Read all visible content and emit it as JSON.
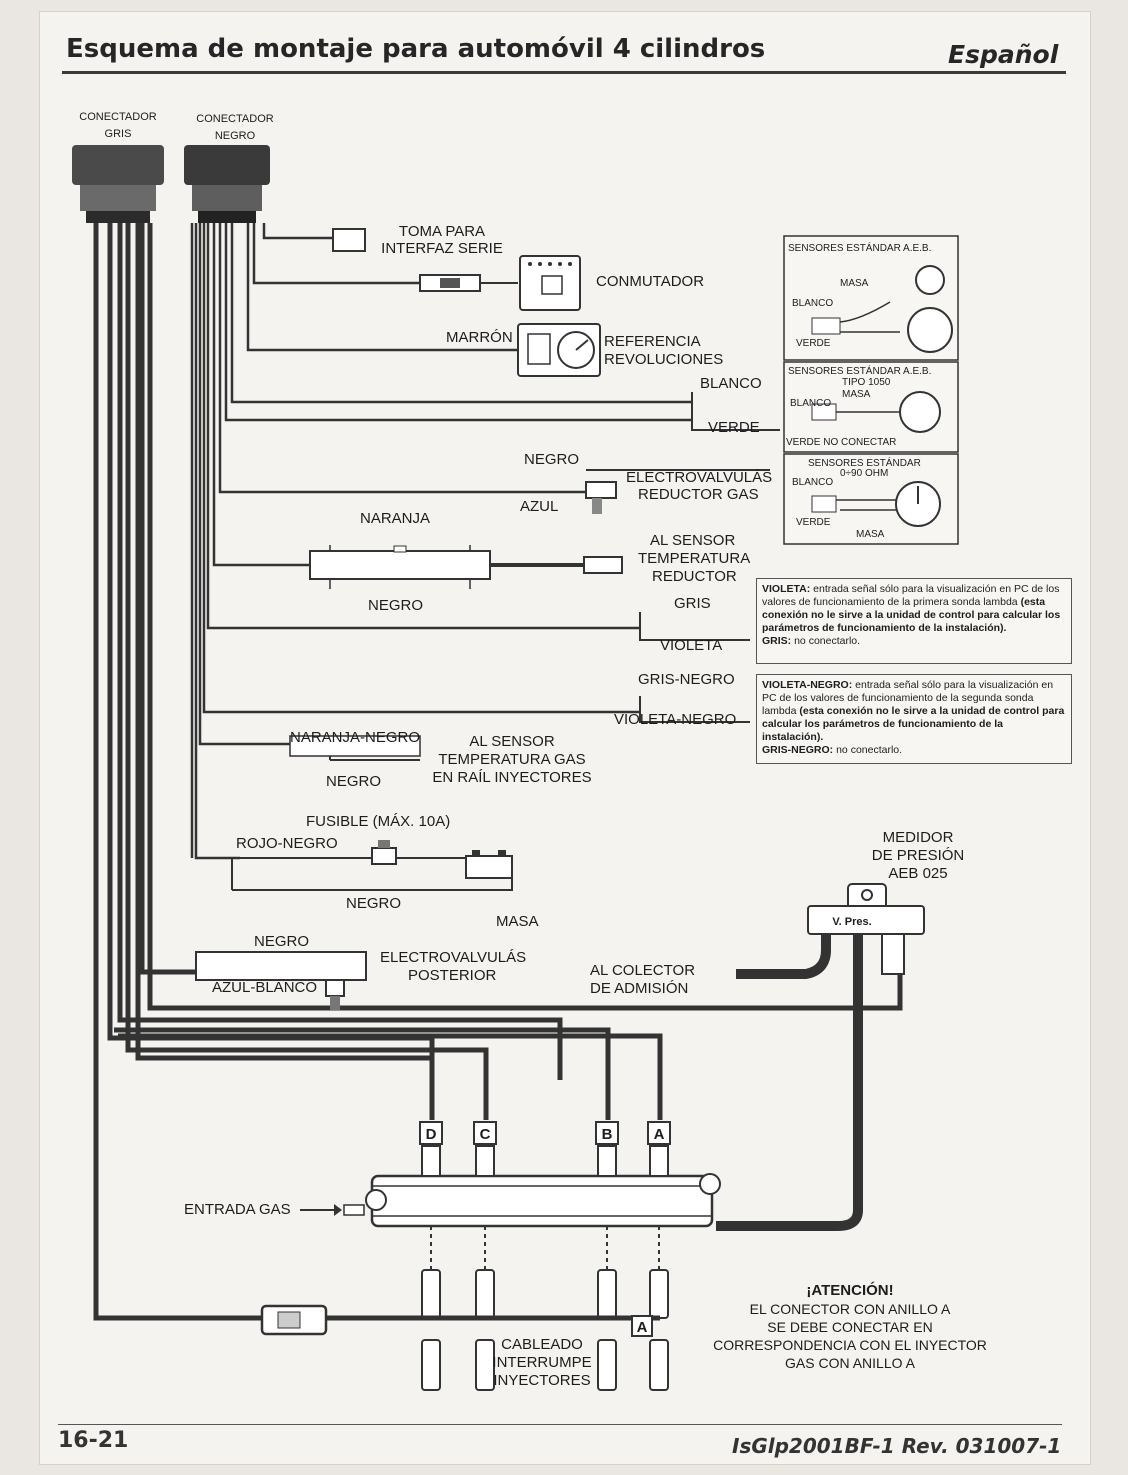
{
  "header": {
    "title": "Esquema de montaje para automóvil 4 cilindros",
    "language": "Español"
  },
  "footer": {
    "page_number": "16-21",
    "doc_ref": "IsGlp2001BF-1 Rev. 031007-1"
  },
  "connectors": {
    "gray": [
      "CONECTADOR",
      "GRIS"
    ],
    "black": [
      "CONECTADOR",
      "NEGRO"
    ]
  },
  "labels": {
    "serial_port": [
      "TOMA PARA",
      "INTERFAZ SERIE"
    ],
    "switch": "CONMUTADOR",
    "brown": "MARRÓN",
    "rpm_ref": [
      "REFERENCIA",
      "REVOLUCIONES"
    ],
    "white": "BLANCO",
    "green": "VERDE",
    "black": "NEGRO",
    "blue": "AZUL",
    "valves_reducer": [
      "ELECTROVALVULÁS",
      "REDUCTOR GAS"
    ],
    "orange": "NARANJA",
    "black2": "NEGRO",
    "temp_sensor_reducer": [
      "AL SENSOR",
      "TEMPERATURA",
      "REDUCTOR"
    ],
    "gray": "GRIS",
    "violet": "VIOLETA",
    "gray_black": "GRIS-NEGRO",
    "violet_black": "VIOLETA-NEGRO",
    "orange_black": "NARANJA-NEGRO",
    "black3": "NEGRO",
    "temp_sensor_rail": [
      "AL SENSOR",
      "TEMPERATURA GAS",
      "EN RAÍL INYECTORES"
    ],
    "fuse": "FUSIBLE (MÁX. 10A)",
    "red_black": "ROJO-NEGRO",
    "black4": "NEGRO",
    "ground": "MASA",
    "black5": "NEGRO",
    "rear_valves": [
      "ELECTROVALVULÁS",
      "POSTERIOR"
    ],
    "blue_white": "AZUL-BLANCO",
    "intake": [
      "AL COLECTOR",
      "DE ADMISIÓN"
    ],
    "pressure_gauge": [
      "MEDIDOR",
      "DE PRESIÓN",
      "AEB 025"
    ],
    "v_pres": "V. Pres.",
    "gas_inlet": "ENTRADA GAS",
    "injector_cut": [
      "CABLEADO",
      "INTERRUMPE",
      "INYECTORES"
    ],
    "injectors": [
      "D",
      "C",
      "B",
      "A"
    ],
    "ring_a": "A"
  },
  "sensor_boxes": [
    {
      "title": "SENSORES ESTÁNDAR A.E.B.",
      "subtitle": "",
      "masa": "MASA",
      "blanco": "BLANCO",
      "verde": "VERDE"
    },
    {
      "title": "SENSORES ESTÁNDAR A.E.B.",
      "subtitle": "TIPO 1050",
      "masa": "MASA",
      "blanco": "BLANCO",
      "verde": "VERDE NO CONECTAR"
    },
    {
      "title": "SENSORES ESTÁNDAR",
      "subtitle": "0÷90 OHM",
      "masa": "MASA",
      "blanco": "BLANCO",
      "verde": "VERDE"
    }
  ],
  "notes": {
    "violet": {
      "k1": "VIOLETA:",
      "t1": "entrada señal sólo para la visualización en PC de los valores de funcionamiento de la primera sonda lambda",
      "b1": "(esta conexión no le sirve a la unidad de control para calcular los parámetros de funcionamiento de la instalación).",
      "k2": "GRIS:",
      "t2": "no conectarlo."
    },
    "violet_black": {
      "k1": "VIOLETA-NEGRO:",
      "t1": "entrada señal sólo para la visualización en PC de los valores de funcionamiento de la segunda sonda lambda",
      "b1": "(esta conexión no le sirve a la unidad de control para calcular los parámetros de funcionamiento de la instalación).",
      "k2": "GRIS-NEGRO:",
      "t2": "no conectarlo."
    }
  },
  "attention": {
    "heading": "¡ATENCIÓN!",
    "line1": "EL CONECTOR CON ANILLO A",
    "line2": "SE DEBE CONECTAR EN",
    "line3": "CORRESPONDENCIA CON EL INYECTOR",
    "line4": "GAS CON ANILLO A"
  }
}
